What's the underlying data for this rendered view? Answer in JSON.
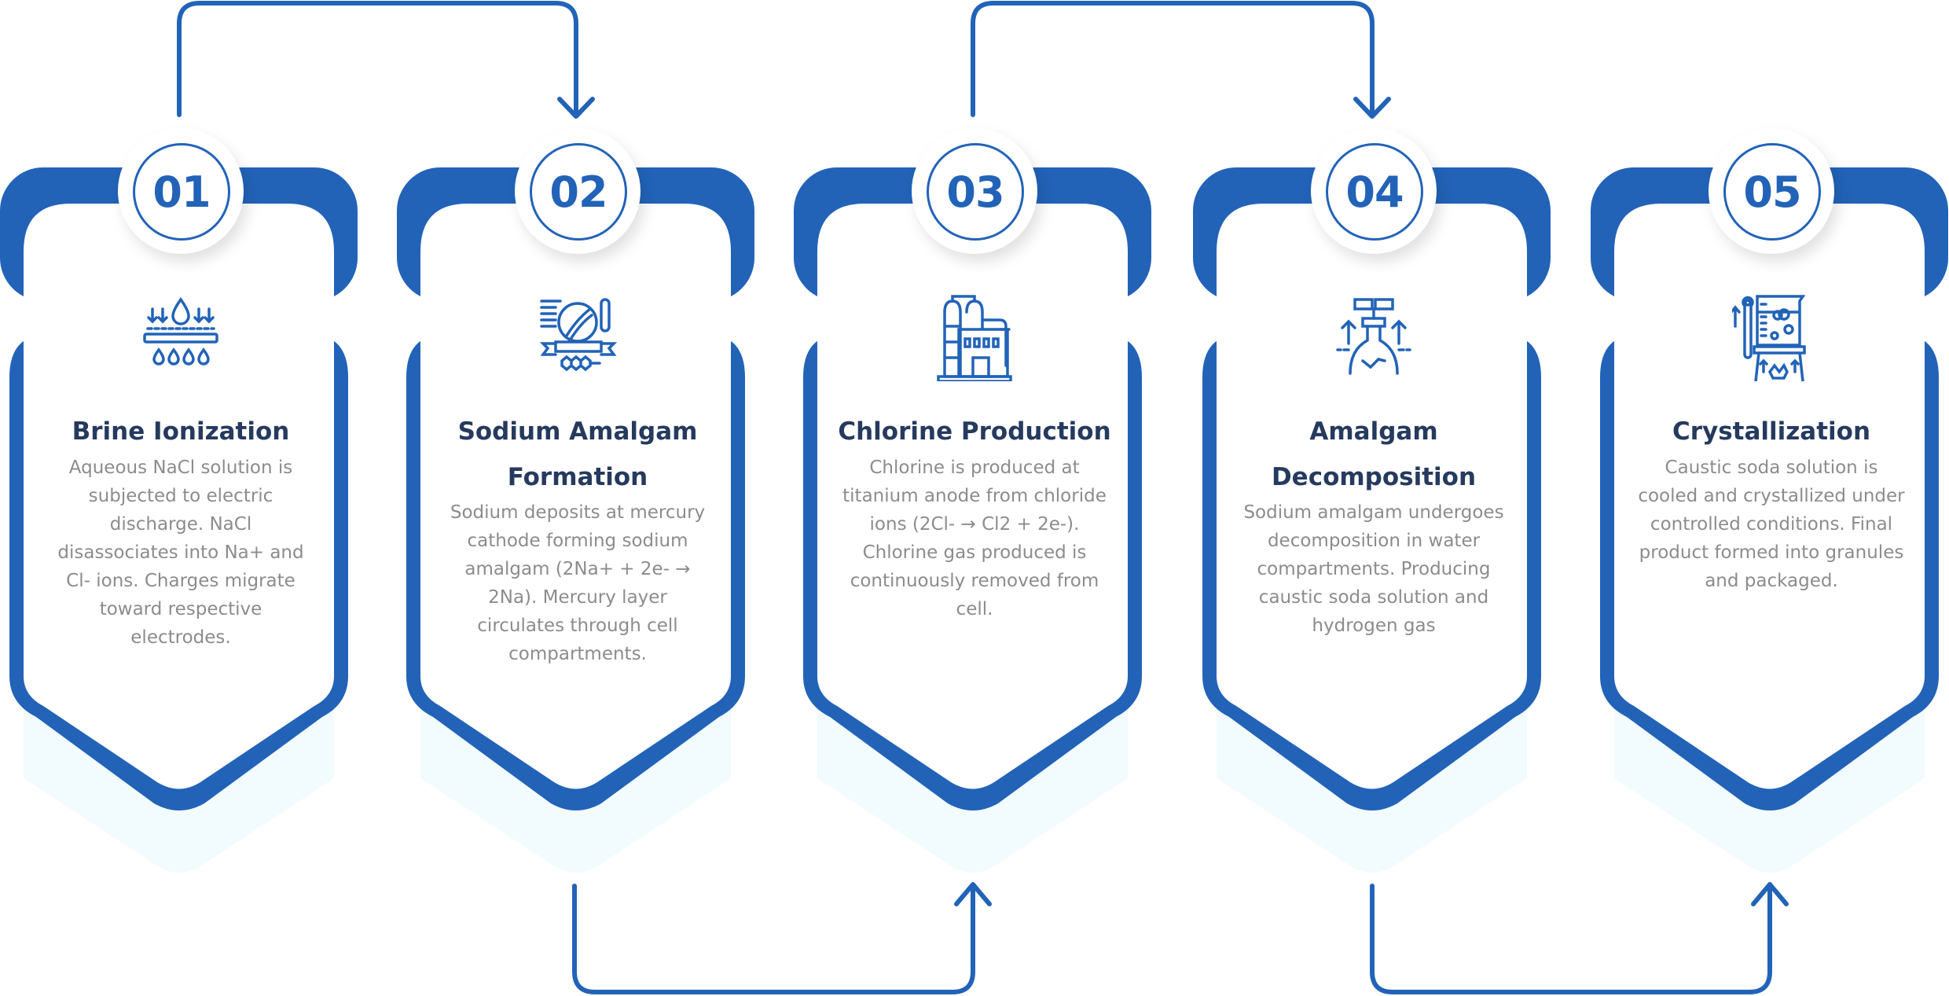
{
  "diagram": {
    "accent_color": "#2263b8",
    "title_color": "#253a5e",
    "body_color": "#8c8c8c",
    "shadow_color": "#f2fbfd",
    "steps": [
      {
        "number": "01",
        "icon": "brine-filter-drops-icon",
        "title": "Brine Ionization",
        "description": "Aqueous NaCl solution is subjected to electric discharge. NaCl disassociates into Na+ and Cl- ions. Charges migrate toward respective electrodes."
      },
      {
        "number": "02",
        "icon": "research-molecule-test-tube-icon",
        "title": "Sodium Amalgam Formation",
        "description": "Sodium deposits at mercury cathode forming sodium amalgam (2Na+ + 2e- → 2Na). Mercury layer circulates through cell compartments."
      },
      {
        "number": "03",
        "icon": "chemical-plant-factory-icon",
        "title": "Chlorine Production",
        "description": "Chlorine is produced at titanium anode from chloride ions (2Cl- → Cl2 + 2e-). Chlorine gas produced is continuously removed from cell."
      },
      {
        "number": "04",
        "icon": "flask-distillation-icon",
        "title": "Amalgam Decomposition",
        "description": "Sodium amalgam undergoes decomposition in water compartments. Producing caustic soda solution and hydrogen gas"
      },
      {
        "number": "05",
        "icon": "beaker-thermometer-burner-icon",
        "title": "Crystallization",
        "description": "Caustic soda solution is cooled and crystallized under controlled conditions. Final product formed into granules and packaged."
      }
    ],
    "connectors": [
      {
        "from": "01",
        "to": "02",
        "side": "top"
      },
      {
        "from": "02",
        "to": "03",
        "side": "bottom"
      },
      {
        "from": "03",
        "to": "04",
        "side": "top"
      },
      {
        "from": "04",
        "to": "05",
        "side": "bottom"
      }
    ]
  }
}
